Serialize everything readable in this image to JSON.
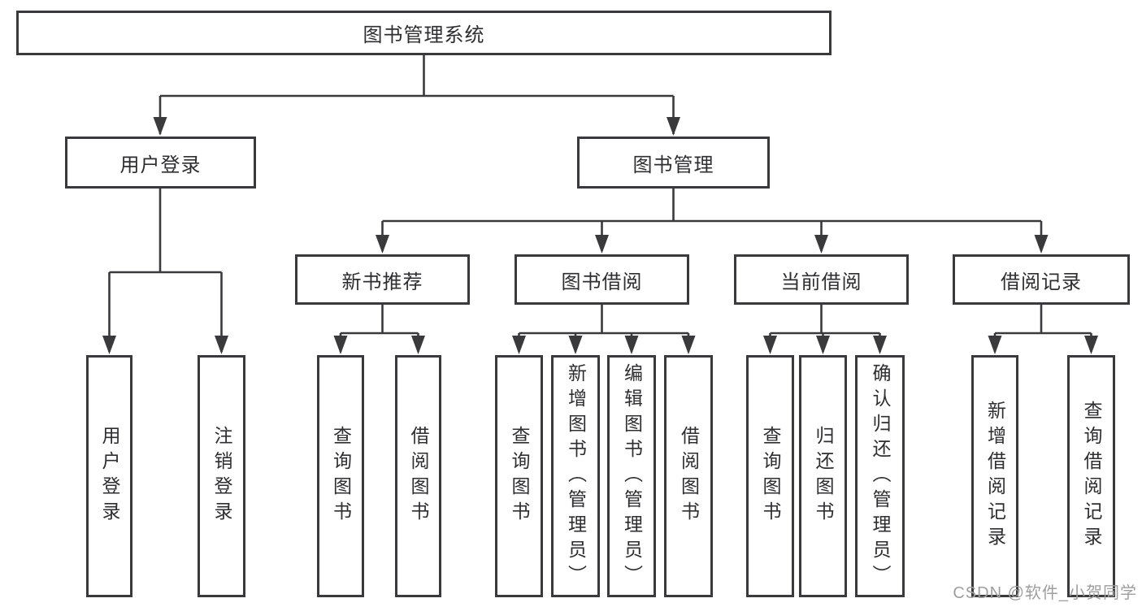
{
  "theme": {
    "line_color": "#3a3a3c",
    "text_color": "#2e2e30",
    "background": "#ffffff",
    "watermark_color": "#9e9e9e"
  },
  "tree": {
    "label": "图书管理系统",
    "children": [
      {
        "label": "用户登录",
        "children": [
          {
            "label": "用户登录"
          },
          {
            "label": "注销登录"
          }
        ]
      },
      {
        "label": "图书管理",
        "children": [
          {
            "label": "新书推荐",
            "children": [
              {
                "label": "查询图书"
              },
              {
                "label": "借阅图书"
              }
            ]
          },
          {
            "label": "图书借阅",
            "children": [
              {
                "label": "查询图书"
              },
              {
                "label": "新增图书（管理员）"
              },
              {
                "label": "编辑图书（管理员）"
              },
              {
                "label": "借阅图书"
              }
            ]
          },
          {
            "label": "当前借阅",
            "children": [
              {
                "label": "查询图书"
              },
              {
                "label": "归还图书"
              },
              {
                "label": "确认归还（管理员）"
              }
            ]
          },
          {
            "label": "借阅记录",
            "children": [
              {
                "label": "新增借阅记录"
              },
              {
                "label": "查询借阅记录"
              }
            ]
          }
        ]
      }
    ]
  },
  "watermark": {
    "text": "CSDN @软件_小贺同学"
  }
}
